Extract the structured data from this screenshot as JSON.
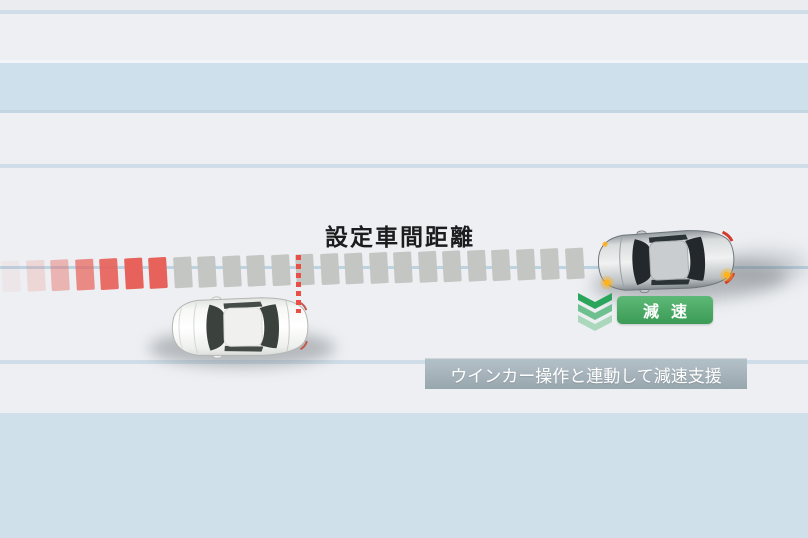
{
  "labels": {
    "distance_title": "設定車間距離",
    "decel_badge": "減速",
    "caption": "ウインカー操作と連動して減速支援"
  },
  "icons": {
    "decel_indicator": "triple-chevron-down-icon",
    "distance_markers": "dashed-distance-band",
    "set_distance_marker": "red-dashed-line"
  },
  "colors": {
    "bg_top": "#eaecef",
    "bg_light": "#edeff2",
    "stripe_blue": "#cde0ec",
    "stripe_blue_bottom": "#cfe0eb",
    "lane_line": "#cedde7",
    "lane_line_bright": "#f3f6f8",
    "lane_edge": "#c2d6e2",
    "lane_dash": "#bcd3e2",
    "square_gray": "#c4c6c3",
    "square_red": "#e7625a",
    "distance_line": "#e84f45",
    "green_badge": "#42ad60",
    "green_badge_dark": "#379f54",
    "caption_bg": "rgba(154,171,181,0.9)",
    "badge_text": "#ffffff",
    "caption_text": "#ffffff",
    "title_text": "#1c1c1e"
  },
  "distance_band": {
    "red_opacities": [
      0.06,
      0.18,
      0.42,
      0.72,
      0.92,
      1,
      1
    ],
    "gray_count": 17,
    "square_width": 18,
    "square_height": 31,
    "gap": 6.5
  },
  "decel_indicator": {
    "chevron_colors": [
      "#2ba55b",
      "#6fc08f",
      "#abd8bd"
    ]
  }
}
